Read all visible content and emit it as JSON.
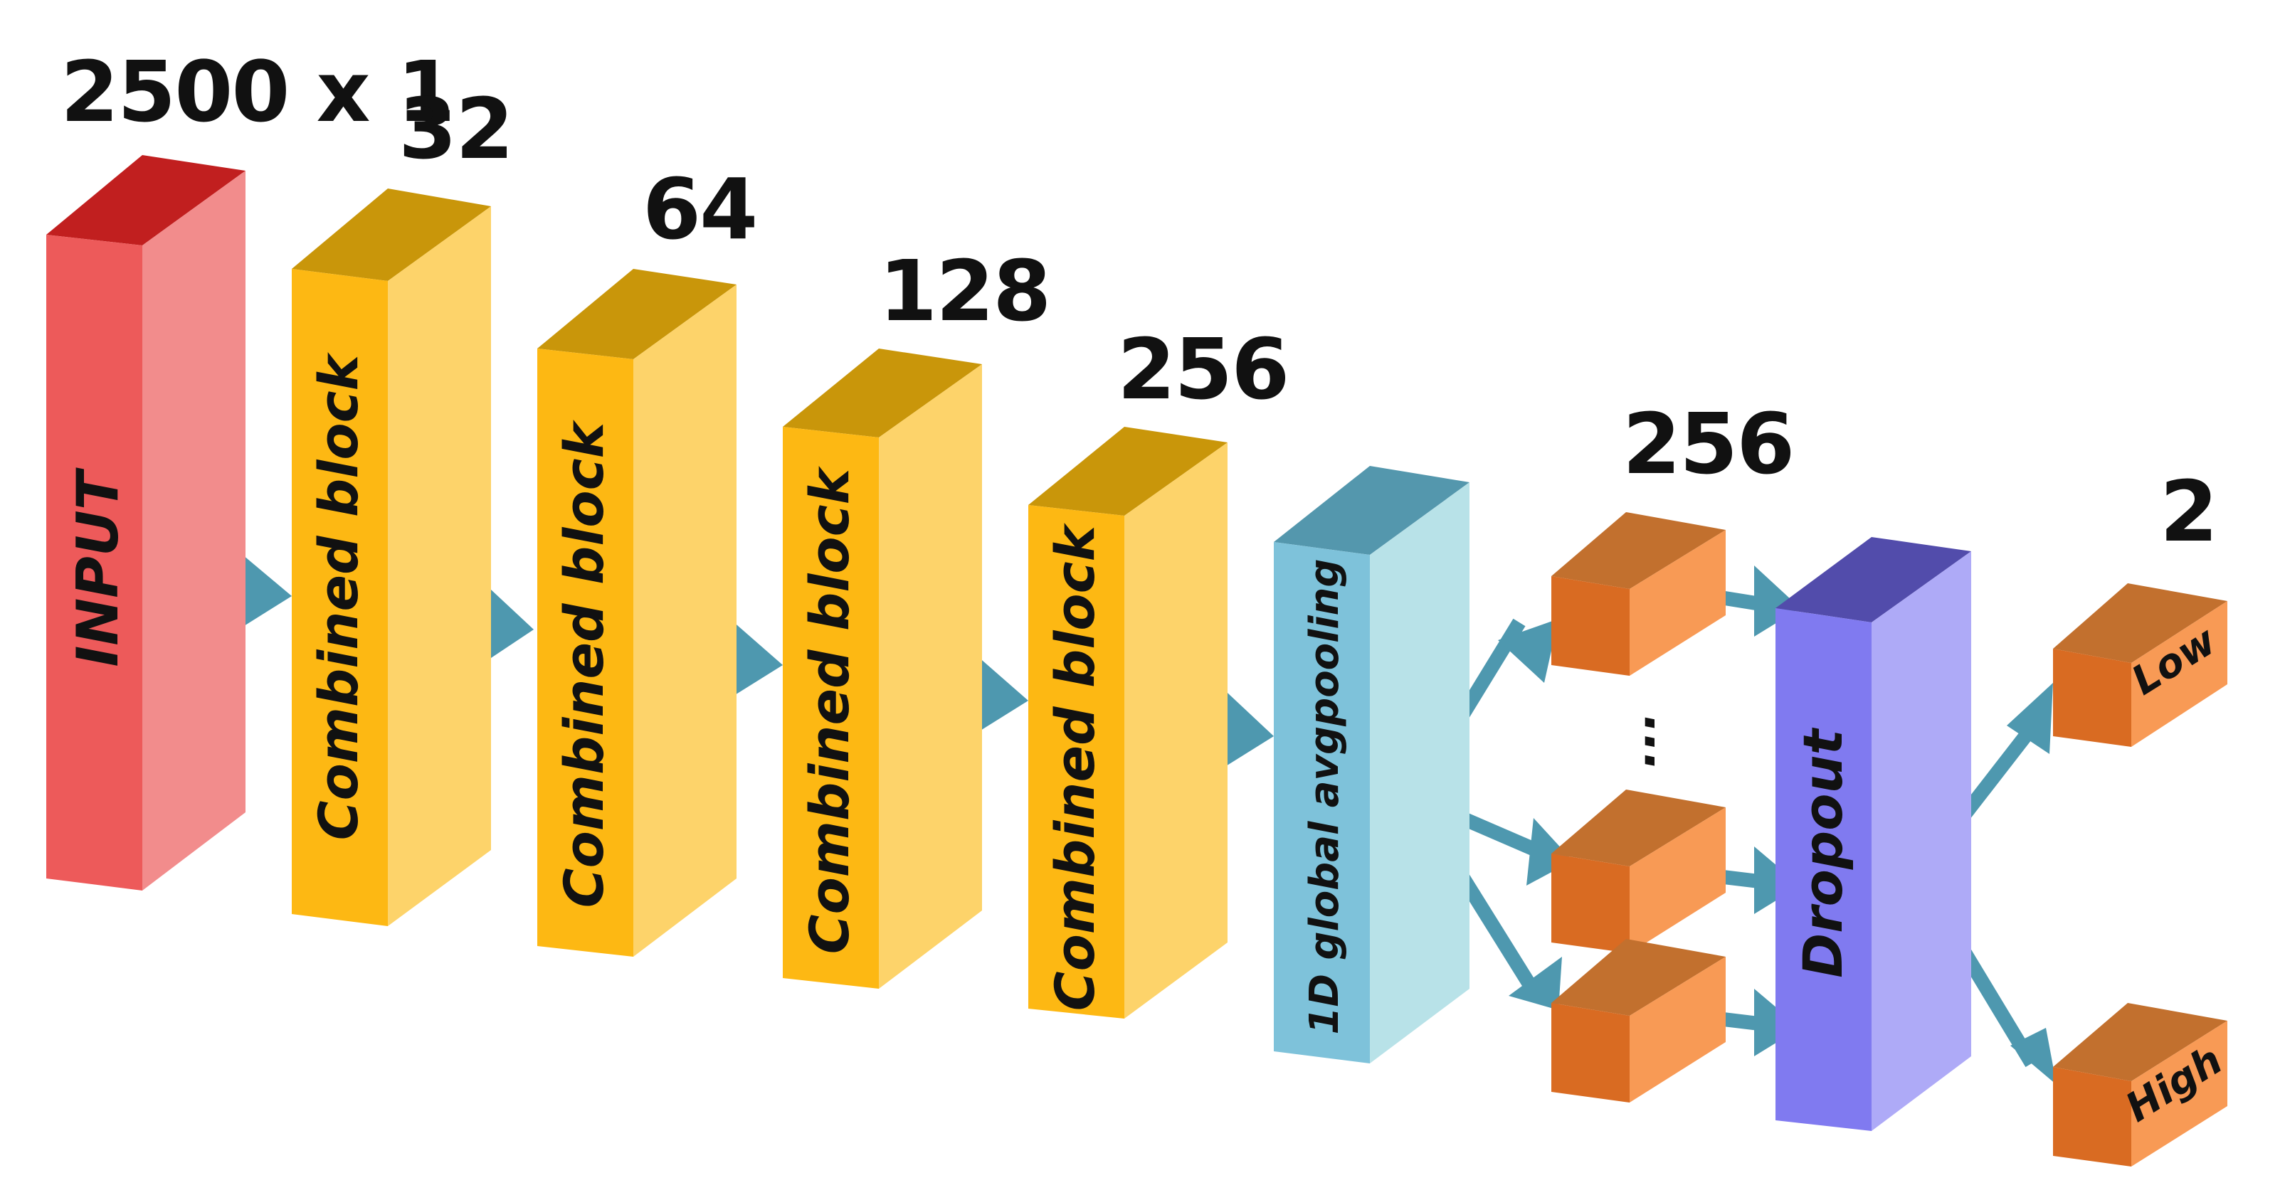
{
  "diagram": {
    "input": {
      "label": "INPUT",
      "dim": "2500 x 1"
    },
    "blocks": [
      {
        "label": "Combined block",
        "dim": "32"
      },
      {
        "label": "Combined block",
        "dim": "64"
      },
      {
        "label": "Combined block",
        "dim": "128"
      },
      {
        "label": "Combined block",
        "dim": "256"
      }
    ],
    "pooling": {
      "label": "1D global avgpooling"
    },
    "dense": {
      "dim": "256",
      "ellipsis": "..."
    },
    "dropout": {
      "label": "Dropout"
    },
    "output": {
      "dim": "2",
      "classes": [
        "Low",
        "High"
      ]
    }
  },
  "colors": {
    "input_front": "#ED5A5A",
    "input_side": "#F28C8C",
    "input_top": "#C11F1F",
    "block_front": "#FDB813",
    "block_side": "#FDD36A",
    "block_top": "#C9960A",
    "pool_front": "#7EC2DA",
    "pool_side": "#B8E2E8",
    "pool_top": "#5497AD",
    "dense_front": "#D96B22",
    "dense_side": "#F89A55",
    "dense_top": "#C2702E",
    "dropout_front": "#807AF0",
    "dropout_side": "#AEAAF7",
    "dropout_top": "#524CAB",
    "arrow": "#4E98AF"
  }
}
